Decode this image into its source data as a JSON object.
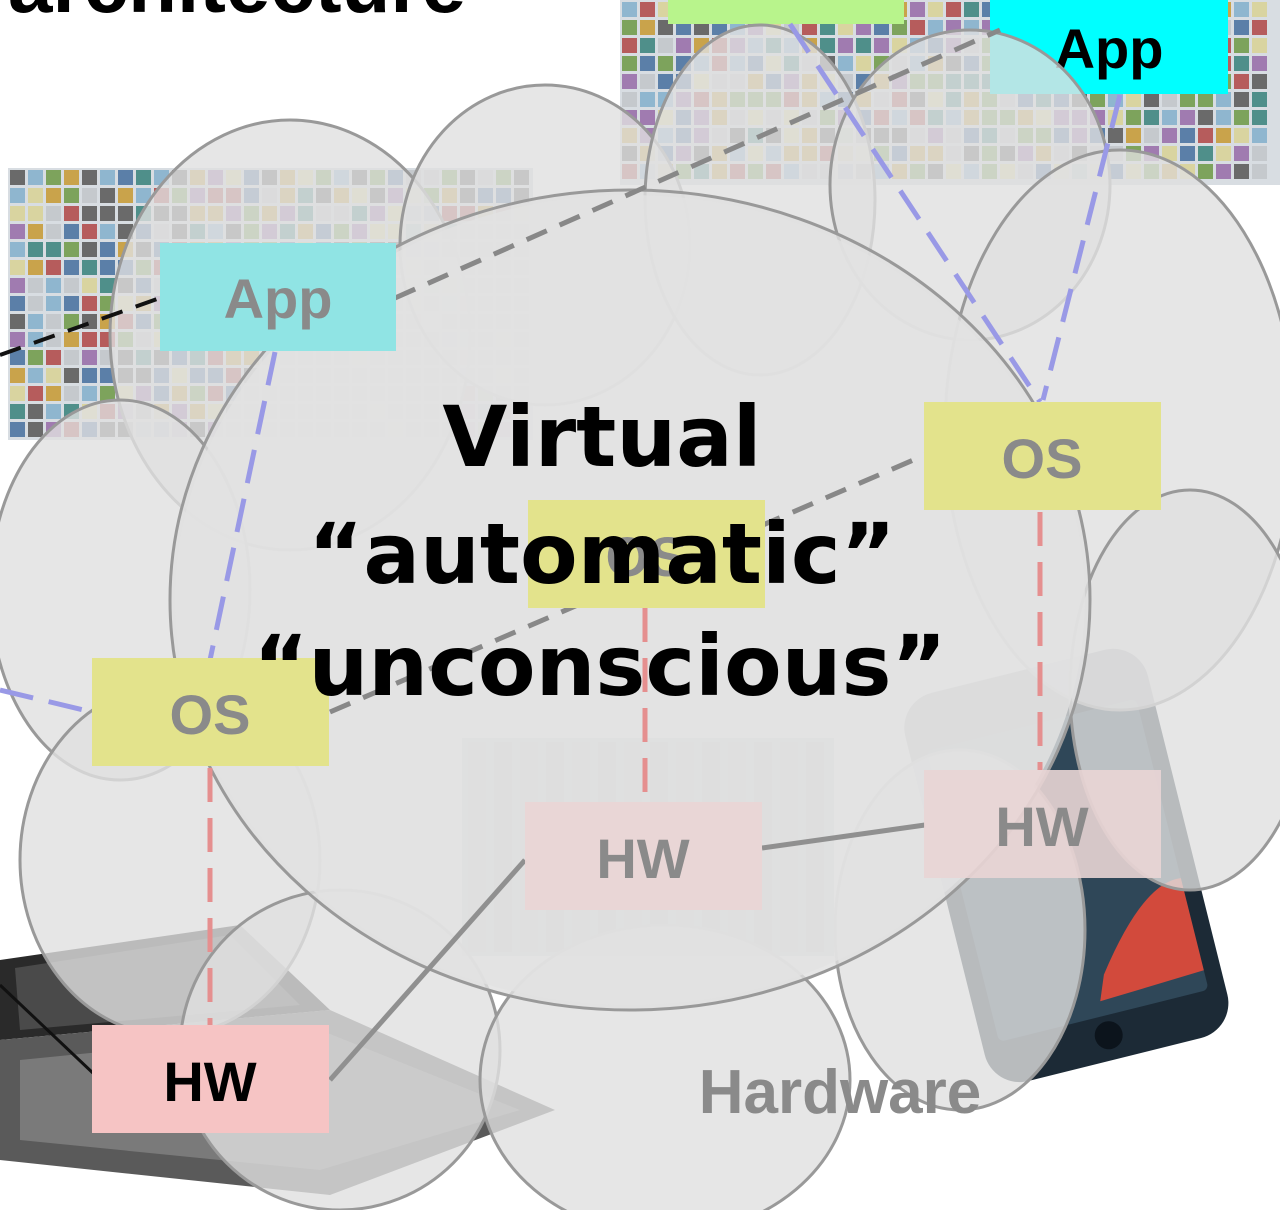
{
  "slide": {
    "title_fragment": "architecture",
    "overlay_lines": [
      "Virtual",
      "“automatic”",
      "“unconscious”"
    ],
    "cloud_label": "Hardware"
  },
  "layers": {
    "app": "App",
    "os": "OS",
    "hw": "HW"
  },
  "colors": {
    "app_box": "#90e4e4",
    "app_box_bright": "#00ffff",
    "app_box_green": "#b8f48c",
    "os_box": "#e3e38c",
    "hw_box": "#e9d5d5",
    "hw_box_bright": "#f6c4c4",
    "cloud_fill": "#e2e2e2",
    "cloud_stroke": "#999999",
    "label_gray": "#8a8a8a",
    "dash_blue": "#9999e6",
    "dash_red": "#e89393",
    "dash_gray": "#888888"
  }
}
